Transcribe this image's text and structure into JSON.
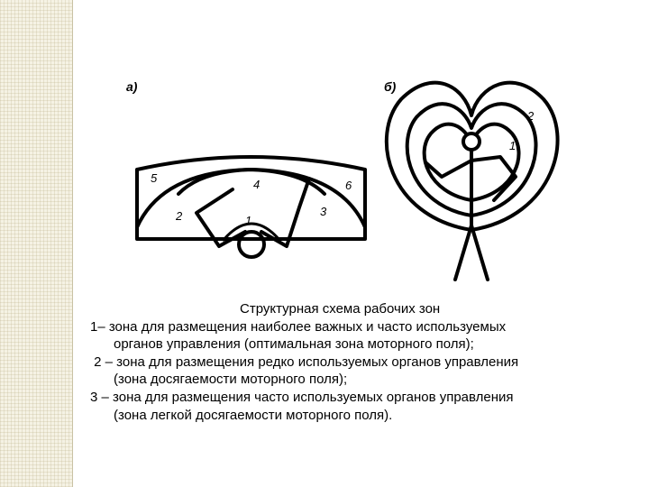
{
  "figure": {
    "panel_a_label": "а)",
    "panel_b_label": "б)",
    "panel_a_zones": [
      "5",
      "4",
      "6",
      "2",
      "1",
      "3"
    ],
    "panel_b_zones": [
      "2",
      "1"
    ]
  },
  "caption": {
    "title": "Структурная схема рабочих зон",
    "item1": "1– зона для размещения наиболее важных и часто используемых",
    "item1_cont": "органов управления (оптимальная зона моторного поля);",
    "item2": " 2 – зона для размещения редко используемых органов управления",
    "item2_cont": "(зона досягаемости моторного поля);",
    "item3": "3 – зона для размещения часто используемых органов управления",
    "item3_cont": "(зона легкой досягаемости моторного поля)."
  },
  "colors": {
    "strip": "#f5f2e4",
    "ink": "#000000"
  }
}
